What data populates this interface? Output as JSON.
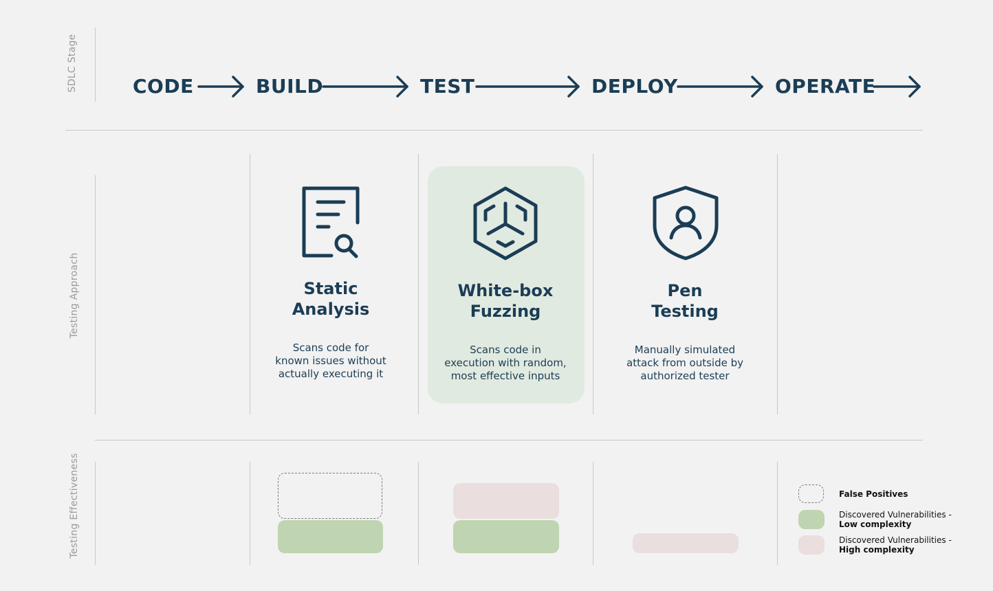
{
  "row_labels": {
    "sdlc": "SDLC Stage",
    "approach": "Testing Approach",
    "effectiveness": "Testing Effectiveness"
  },
  "stages": [
    "CODE",
    "BUILD",
    "TEST",
    "DEPLOY",
    "OPERATE"
  ],
  "approaches": [
    {
      "title_line1": "Static",
      "title_line2": "Analysis",
      "desc_line1": "Scans code for",
      "desc_line2": "known issues without",
      "desc_line3": "actually executing it",
      "icon": "document-search-icon"
    },
    {
      "title_line1": "White-box",
      "title_line2": "Fuzzing",
      "desc_line1": "Scans code in",
      "desc_line2": "execution with random,",
      "desc_line3": "most effective inputs",
      "icon": "cube-hexagon-icon"
    },
    {
      "title_line1": "Pen",
      "title_line2": "Testing",
      "desc_line1": "Manually simulated",
      "desc_line2": "attack from outside by",
      "desc_line3": "authorized tester",
      "icon": "shield-user-icon"
    }
  ],
  "legend": {
    "false_positives": "False Positives",
    "low_line1": "Discovered Vulnerabilities -",
    "low_line2": "Low complexity",
    "high_line1": "Discovered Vulnerabilities -",
    "high_line2": "High complexity"
  },
  "colors": {
    "text": "#1b3d55",
    "highlight": "#e1eae0",
    "low_complexity": "#bfd4b0",
    "high_complexity": "#eadede",
    "false_positive_border": "#7a7a7a"
  }
}
